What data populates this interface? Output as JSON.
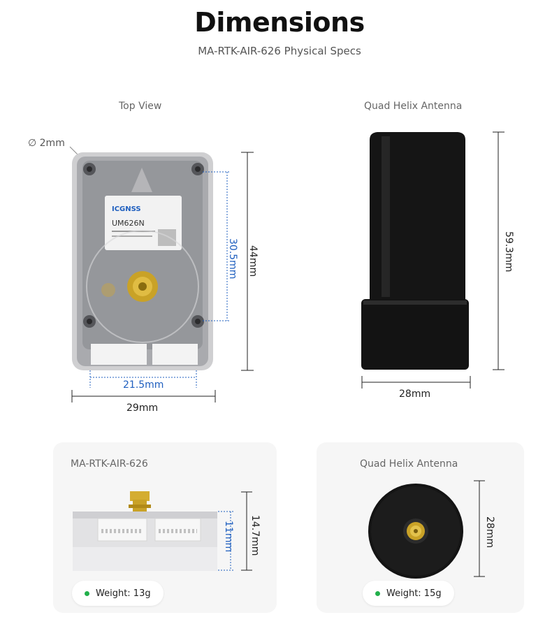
{
  "header": {
    "title": "Dimensions",
    "subtitle": "MA-RTK-AIR-626 Physical Specs"
  },
  "top_view": {
    "caption": "Top View",
    "hole_label": "∅ 2mm",
    "chip_brand": "ICGNSS",
    "chip_model": "UM626N",
    "height_outer": "44mm",
    "height_inner": "30.5mm",
    "width_inner": "21.5mm",
    "width_outer": "29mm"
  },
  "antenna_side": {
    "caption": "Quad Helix Antenna",
    "height": "59.3mm",
    "width": "28mm"
  },
  "module_card": {
    "caption": "MA-RTK-AIR-626",
    "height_outer": "14.7mm",
    "height_inner": "11mm",
    "weight": "Weight: 13g"
  },
  "antenna_card": {
    "caption": "Quad Helix Antenna",
    "diameter": "28mm",
    "weight": "Weight: 15g"
  },
  "colors": {
    "accent_blue": "#1f5fbf",
    "weight_dot": "#22b04b"
  }
}
